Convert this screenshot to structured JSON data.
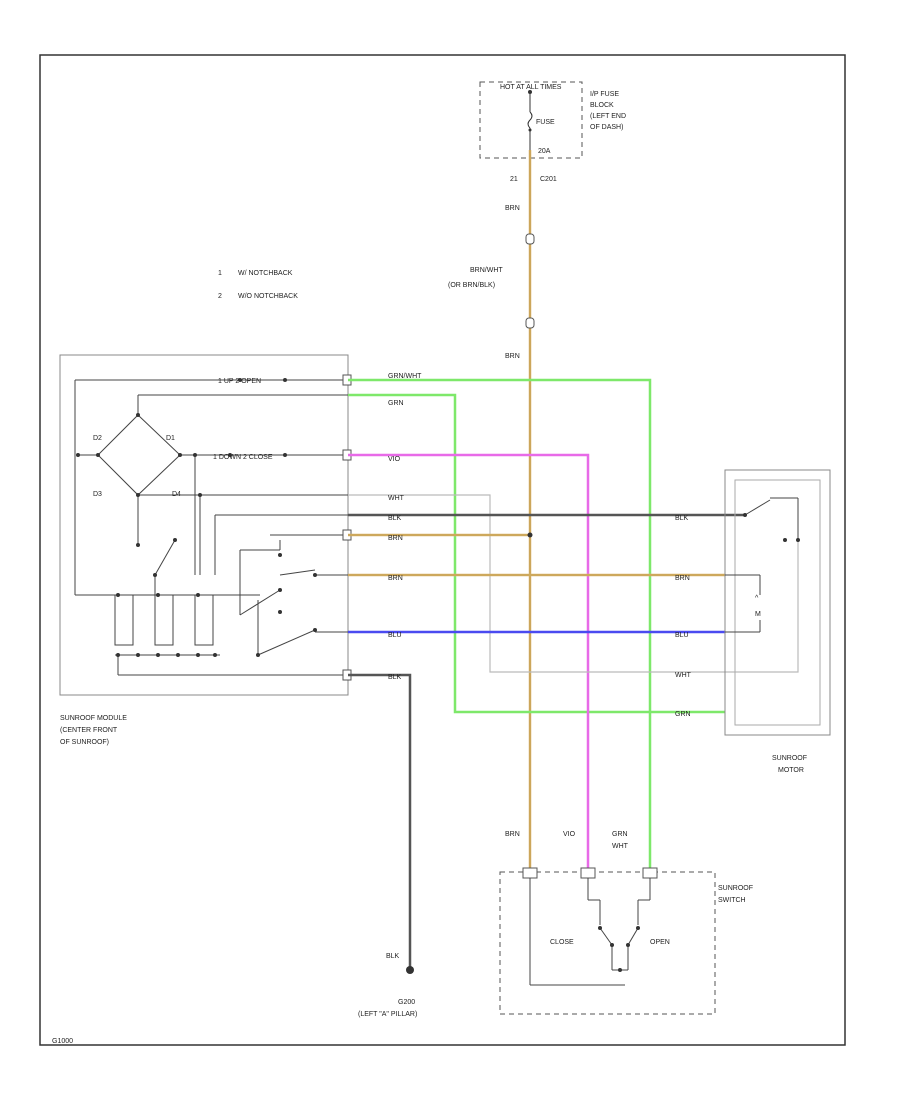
{
  "fuse_block": {
    "header": "HOT AT ALL TIMES",
    "fuse_label": "FUSE",
    "fuse_amp": "20A",
    "location": [
      "I/P FUSE",
      "BLOCK",
      "(LEFT END",
      "OF DASH)"
    ]
  },
  "connector_top": {
    "pin": "21",
    "name": "C201"
  },
  "notes": [
    {
      "num": "1",
      "text": "W/ NOTCHBACK"
    },
    {
      "num": "2",
      "text": "W/O NOTCHBACK"
    }
  ],
  "module": {
    "name": [
      "SUNROOF MODULE",
      "(CENTER FRONT",
      "OF SUNROOF)"
    ],
    "diodes": [
      "D2",
      "D1",
      "D3",
      "D4"
    ],
    "open_label": "1  UP   2  OPEN",
    "close_label": "1  DOWN   2  CLOSE"
  },
  "wire_labels": {
    "brn_top": "BRN",
    "brn_wht_alt": [
      "BRN/WHT",
      "(OR BRN/BLK)"
    ],
    "brn_mid": "BRN",
    "grn_wht": "GRN/WHT",
    "grn": "GRN",
    "vio": "VIO",
    "wht": "WHT",
    "blk": "BLK",
    "brn_center": "BRN",
    "brn_m": "BRN",
    "brn_r": "BRN",
    "blu": "BLU",
    "blu_r": "BLU",
    "wht_r": "WHT",
    "grn_r": "GRN",
    "blk_r": "BLK",
    "blk_ground_top": "BLK",
    "blk_ground": "BLK",
    "brn_bottom": "BRN",
    "vio_bottom": "VIO",
    "grn_wht_bottom": [
      "GRN",
      "WHT"
    ]
  },
  "motor": {
    "name": [
      "SUNROOF",
      "MOTOR"
    ],
    "m": "M"
  },
  "switch": {
    "name": [
      "SUNROOF",
      "SWITCH"
    ],
    "close": "CLOSE",
    "open": "OPEN"
  },
  "ground": {
    "name": "G200",
    "location": "(LEFT \"A\" PILLAR)"
  },
  "diagram_id": "G1000"
}
